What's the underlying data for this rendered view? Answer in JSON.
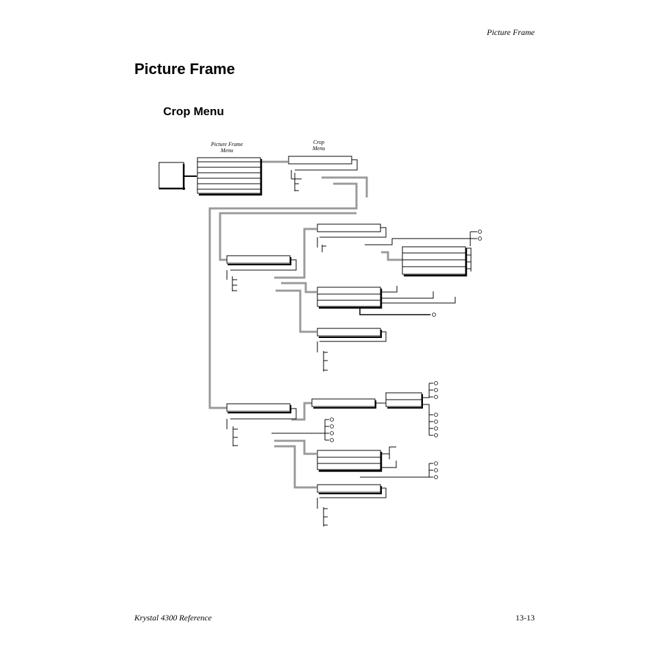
{
  "header": {
    "running_title": "Picture Frame"
  },
  "page_title": "Picture Frame",
  "section_title": "Crop Menu",
  "diagram": {
    "labels": {
      "picture_frame_menu": "Picture Frame\nMenu",
      "crop_menu": "Crop\nMenu"
    },
    "colors": {
      "connector": "#9a9a9a",
      "box": "#000000"
    }
  },
  "footer": {
    "book_title": "Krystal 4300 Reference",
    "page_number": "13-13"
  }
}
